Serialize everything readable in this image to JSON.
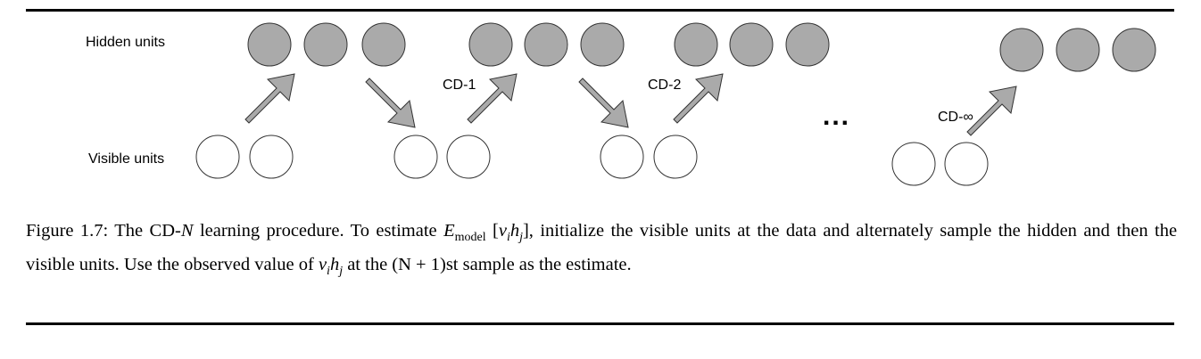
{
  "diagram": {
    "row_labels": {
      "hidden": "Hidden units",
      "visible": "Visible units"
    },
    "step_labels": [
      "CD-1",
      "CD-2",
      "CD-∞"
    ],
    "ellipsis": "...",
    "colors": {
      "hidden_fill": "#aaaaaa",
      "visible_fill": "#ffffff",
      "arrow_fill": "#aaaaaa",
      "stroke": "#333333"
    }
  },
  "caption": {
    "figure_label": "Figure 1.7:",
    "text_1": "The CD-",
    "var_N": "N",
    "text_2": "learning procedure. To estimate",
    "E_symbol": "E",
    "E_subscript": "model",
    "bracket_expr": "[v",
    "sub_i": "i",
    "h": "h",
    "sub_j": "j",
    "bracket_close": "],",
    "text_3": "initialize the visible units at the data and alternately sample the hidden and then the visible units. Use the observed value of",
    "text_4": "at the",
    "text_5": "(N + 1)st sample as the estimate."
  }
}
